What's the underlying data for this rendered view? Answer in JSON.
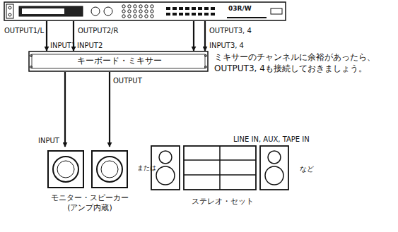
{
  "diagram": {
    "nodes": [
      {
        "text": [
          "03R/W"
        ]
      },
      {
        "text": [
          "キーボード・ミキサー"
        ]
      },
      {
        "text": [
          "モニター・スピーカー (アンプ内蔵)"
        ]
      },
      {
        "text": [
          "ステレオ・セット"
        ]
      }
    ],
    "edges": [
      {
        "from": 0,
        "to": 1,
        "arrow": "to"
      },
      {
        "from": 0,
        "to": 1,
        "arrow": "to"
      },
      {
        "from": 0,
        "to": 1,
        "arrow": "to"
      },
      {
        "from": 0,
        "to": 1,
        "arrow": "to"
      },
      {
        "from": 1,
        "to": 2,
        "arrow": "to"
      },
      {
        "from": 1,
        "to": 2,
        "arrow": "to"
      }
    ],
    "labels": [
      "OUTPUT1/L",
      "OUTPUT2/R",
      "OUTPUT3, 4",
      "INPUT1",
      "INPUT2",
      "INPUT3, 4",
      "ミキサーのチャンネルに余裕があったら、 OUTPUT3, 4も接続しておきましょう。",
      "OUTPUT",
      "INPUT",
      "または",
      "LINE IN, AUX, TAPE IN",
      "など"
    ]
  }
}
